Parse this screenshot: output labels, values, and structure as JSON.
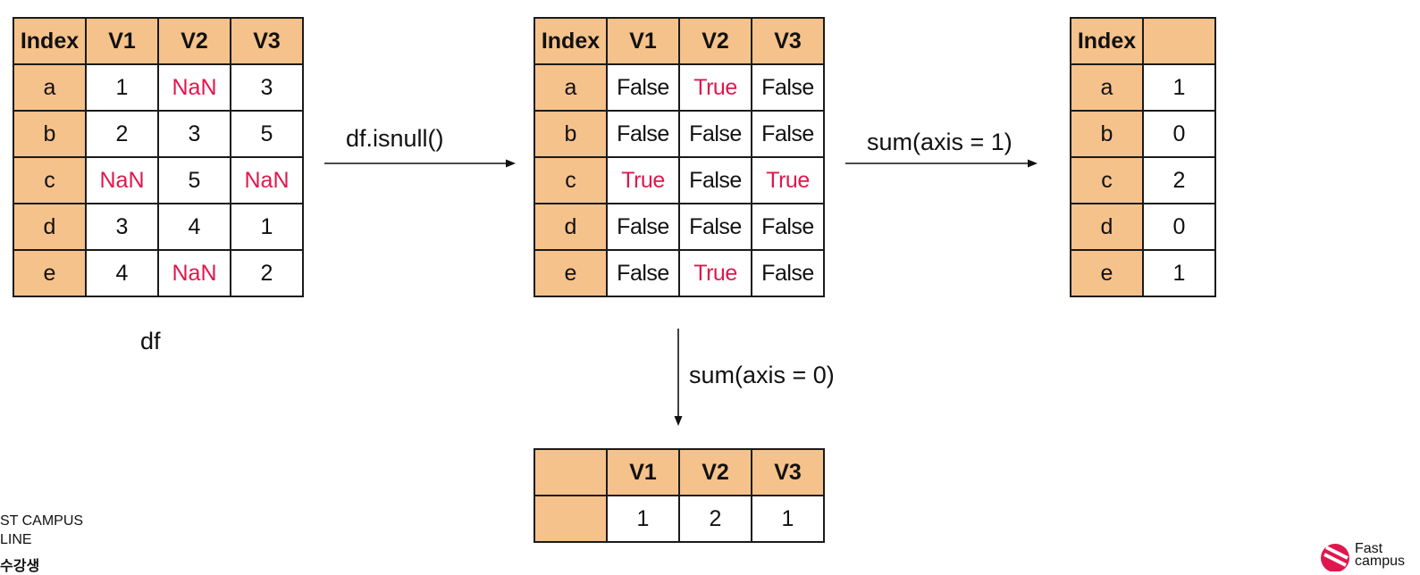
{
  "df_table": {
    "header": [
      "Index",
      "V1",
      "V2",
      "V3"
    ],
    "rows": [
      [
        "a",
        "1",
        "NaN",
        "3"
      ],
      [
        "b",
        "2",
        "3",
        "5"
      ],
      [
        "c",
        "NaN",
        "5",
        "NaN"
      ],
      [
        "d",
        "3",
        "4",
        "1"
      ],
      [
        "e",
        "4",
        "NaN",
        "2"
      ]
    ]
  },
  "df_label": "df",
  "isnull_label": "df.isnull()",
  "isnull_table": {
    "header": [
      "Index",
      "V1",
      "V2",
      "V3"
    ],
    "rows": [
      [
        "a",
        "False",
        "True",
        "False"
      ],
      [
        "b",
        "False",
        "False",
        "False"
      ],
      [
        "c",
        "True",
        "False",
        "True"
      ],
      [
        "d",
        "False",
        "False",
        "False"
      ],
      [
        "e",
        "False",
        "True",
        "False"
      ]
    ]
  },
  "sum_axis1_label": "sum(axis = 1)",
  "row_sum_table": {
    "header": [
      "Index",
      ""
    ],
    "rows": [
      [
        "a",
        "1"
      ],
      [
        "b",
        "0"
      ],
      [
        "c",
        "2"
      ],
      [
        "d",
        "0"
      ],
      [
        "e",
        "1"
      ]
    ]
  },
  "sum_axis0_label": "sum(axis = 0)",
  "col_sum_table": {
    "header": [
      "",
      "V1",
      "V2",
      "V3"
    ],
    "values": [
      "",
      "1",
      "2",
      "1"
    ]
  },
  "footer": {
    "line1": "ST CAMPUS",
    "line2": "LINE",
    "line3": "수강생"
  },
  "brand": {
    "text": "Fast",
    "text2": "campus",
    "accent_color": "#e0174e",
    "header_color": "#f6c28b"
  }
}
